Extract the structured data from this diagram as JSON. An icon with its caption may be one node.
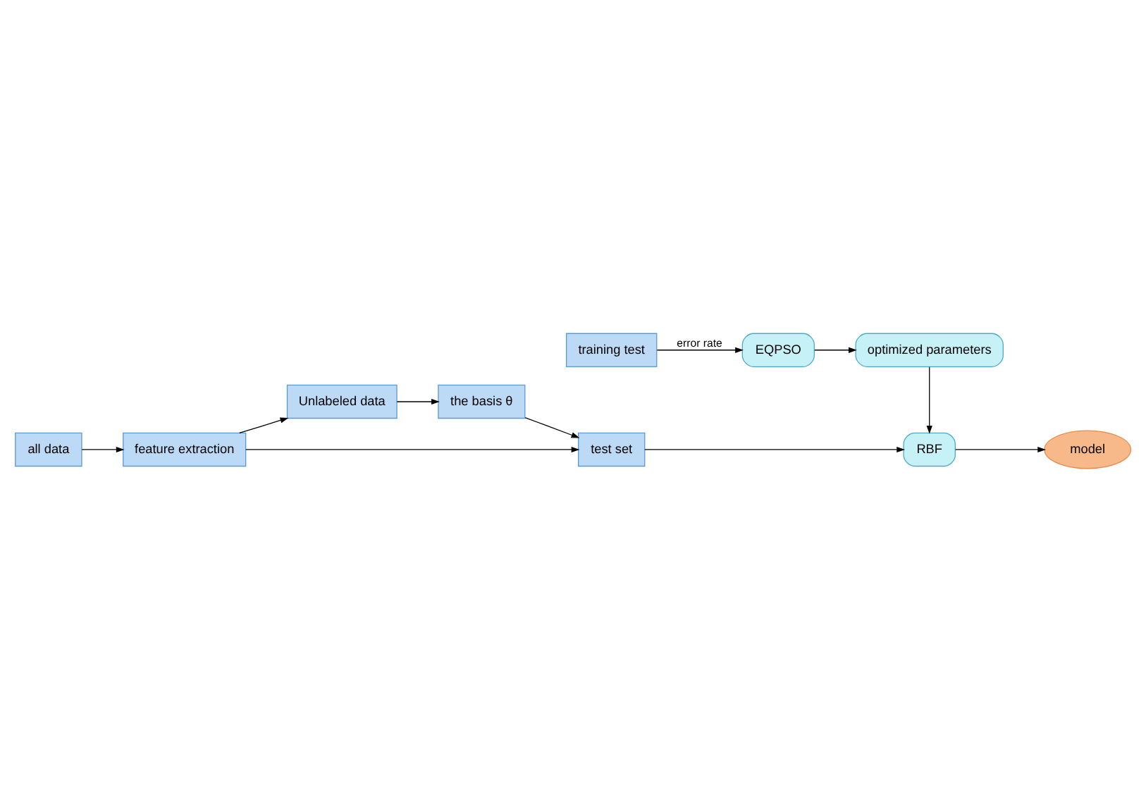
{
  "diagram": {
    "nodes": [
      {
        "text": [
          "all data"
        ]
      },
      {
        "text": [
          "feature extraction"
        ]
      },
      {
        "text": [
          "Unlabeled data"
        ]
      },
      {
        "text": [
          "the basis θ"
        ]
      },
      {
        "text": [
          "test set"
        ]
      },
      {
        "text": [
          "training test"
        ]
      },
      {
        "text": [
          "model"
        ]
      },
      {
        "text": [
          "RBF"
        ]
      },
      {
        "text": [
          "EQPSO"
        ]
      },
      {
        "text": [
          "optimized parameters"
        ]
      }
    ],
    "edges": [
      {
        "from": 0,
        "to": 1,
        "arrow": "to"
      },
      {
        "from": 1,
        "to": 2,
        "arrow": "to"
      },
      {
        "from": 1,
        "to": 4,
        "arrow": "to"
      },
      {
        "from": 2,
        "to": 3,
        "arrow": "to"
      },
      {
        "from": 3,
        "to": 4,
        "arrow": "to"
      },
      {
        "from": 4,
        "to": 7,
        "arrow": "to"
      },
      {
        "from": 5,
        "to": 8,
        "label": "error rate",
        "arrow": "to"
      },
      {
        "from": 8,
        "to": 9,
        "arrow": "to"
      },
      {
        "from": 9,
        "to": 7,
        "arrow": "to"
      },
      {
        "from": 7,
        "to": 6,
        "arrow": "to"
      }
    ]
  }
}
